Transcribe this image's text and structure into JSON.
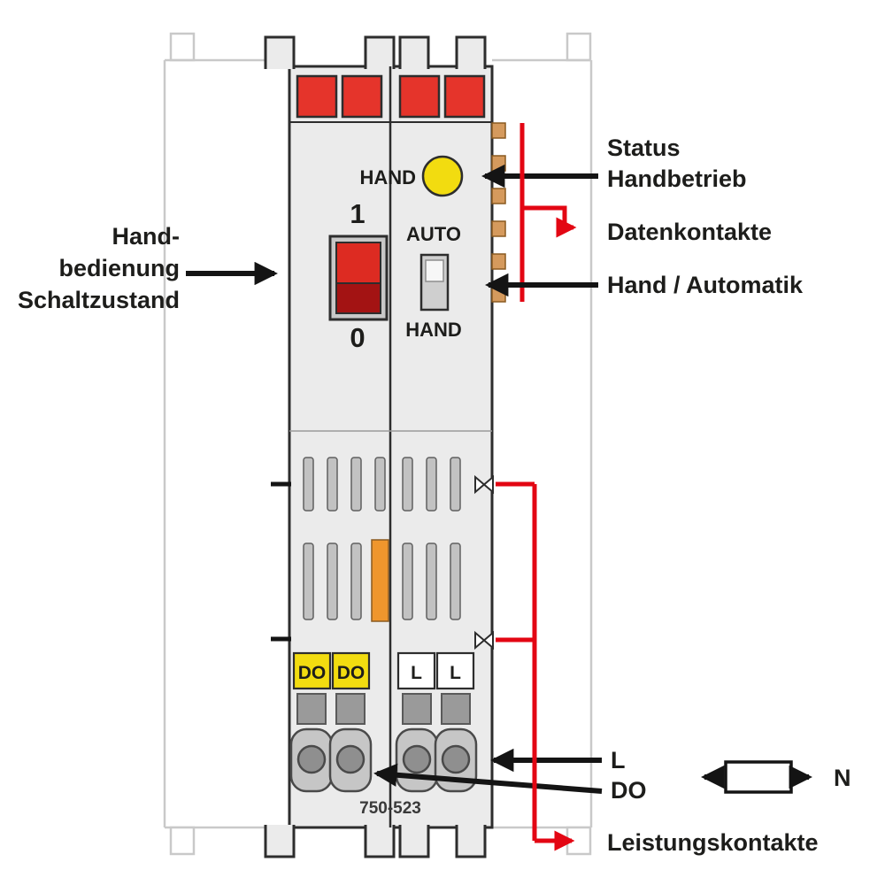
{
  "module": {
    "model_number": "750-523",
    "led_label": "HAND",
    "switch_on_label": "1",
    "switch_off_label": "0",
    "selector_top_label": "AUTO",
    "selector_bottom_label": "HAND",
    "terminal_labels": [
      "DO",
      "DO",
      "L",
      "L"
    ]
  },
  "annotations": {
    "manual_operation_lines": [
      "Hand-",
      "bedienung",
      "Schaltzustand"
    ],
    "status_lines": [
      "Status",
      "Handbetrieb"
    ],
    "data_contacts": "Datenkontakte",
    "hand_automatic": "Hand / Automatik",
    "l_terminal": "L",
    "do_terminal": "DO",
    "neutral": "N",
    "power_contacts": "Leistungskontakte"
  },
  "colors": {
    "module_gray": "#ebebeb",
    "outline_dark": "#2d2d2d",
    "ghost_gray": "#c9c9c9",
    "clamp_red": "#e5342b",
    "switch_red": "#dd2b22",
    "switch_red_dark": "#a31313",
    "led_yellow": "#f2dc10",
    "terminal_label_yellow": "#f2dc10",
    "coding_orange": "#ef962d",
    "data_contact_gold": "#d59a5d",
    "annotation_red": "#e30613",
    "arrow_black": "#141414"
  }
}
